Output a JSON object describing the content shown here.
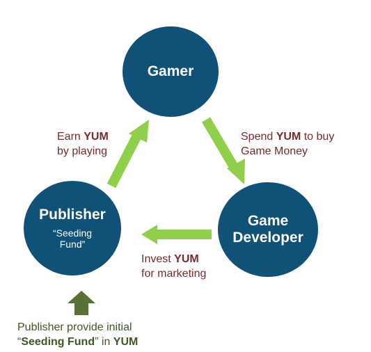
{
  "colors": {
    "node_fill": "#0f5177",
    "arrow_green": "#8fcf4a",
    "arrow_dark_green": "#577136",
    "label_text": "#7b2a2a",
    "footer_text": "#3d5a22"
  },
  "nodes": {
    "gamer": {
      "title": "Gamer"
    },
    "developer": {
      "title": "Game Developer"
    },
    "publisher": {
      "title": "Publisher",
      "subtitle": "“Seeding Fund”"
    }
  },
  "labels": {
    "earn": {
      "part1": "Earn ",
      "token": "YUM",
      "line2": "by playing"
    },
    "spend": {
      "part1": "Spend ",
      "token": "YUM",
      "part2": " to buy",
      "line2": "Game Money"
    },
    "invest": {
      "part1": "Invest ",
      "token": "YUM",
      "line2": "for marketing"
    }
  },
  "footer": {
    "line1": "Publisher provide initial",
    "quote_open": "“",
    "bold1": "Seeding Fund",
    "quote_close": "”",
    "mid": " in ",
    "bold2": "YUM"
  }
}
